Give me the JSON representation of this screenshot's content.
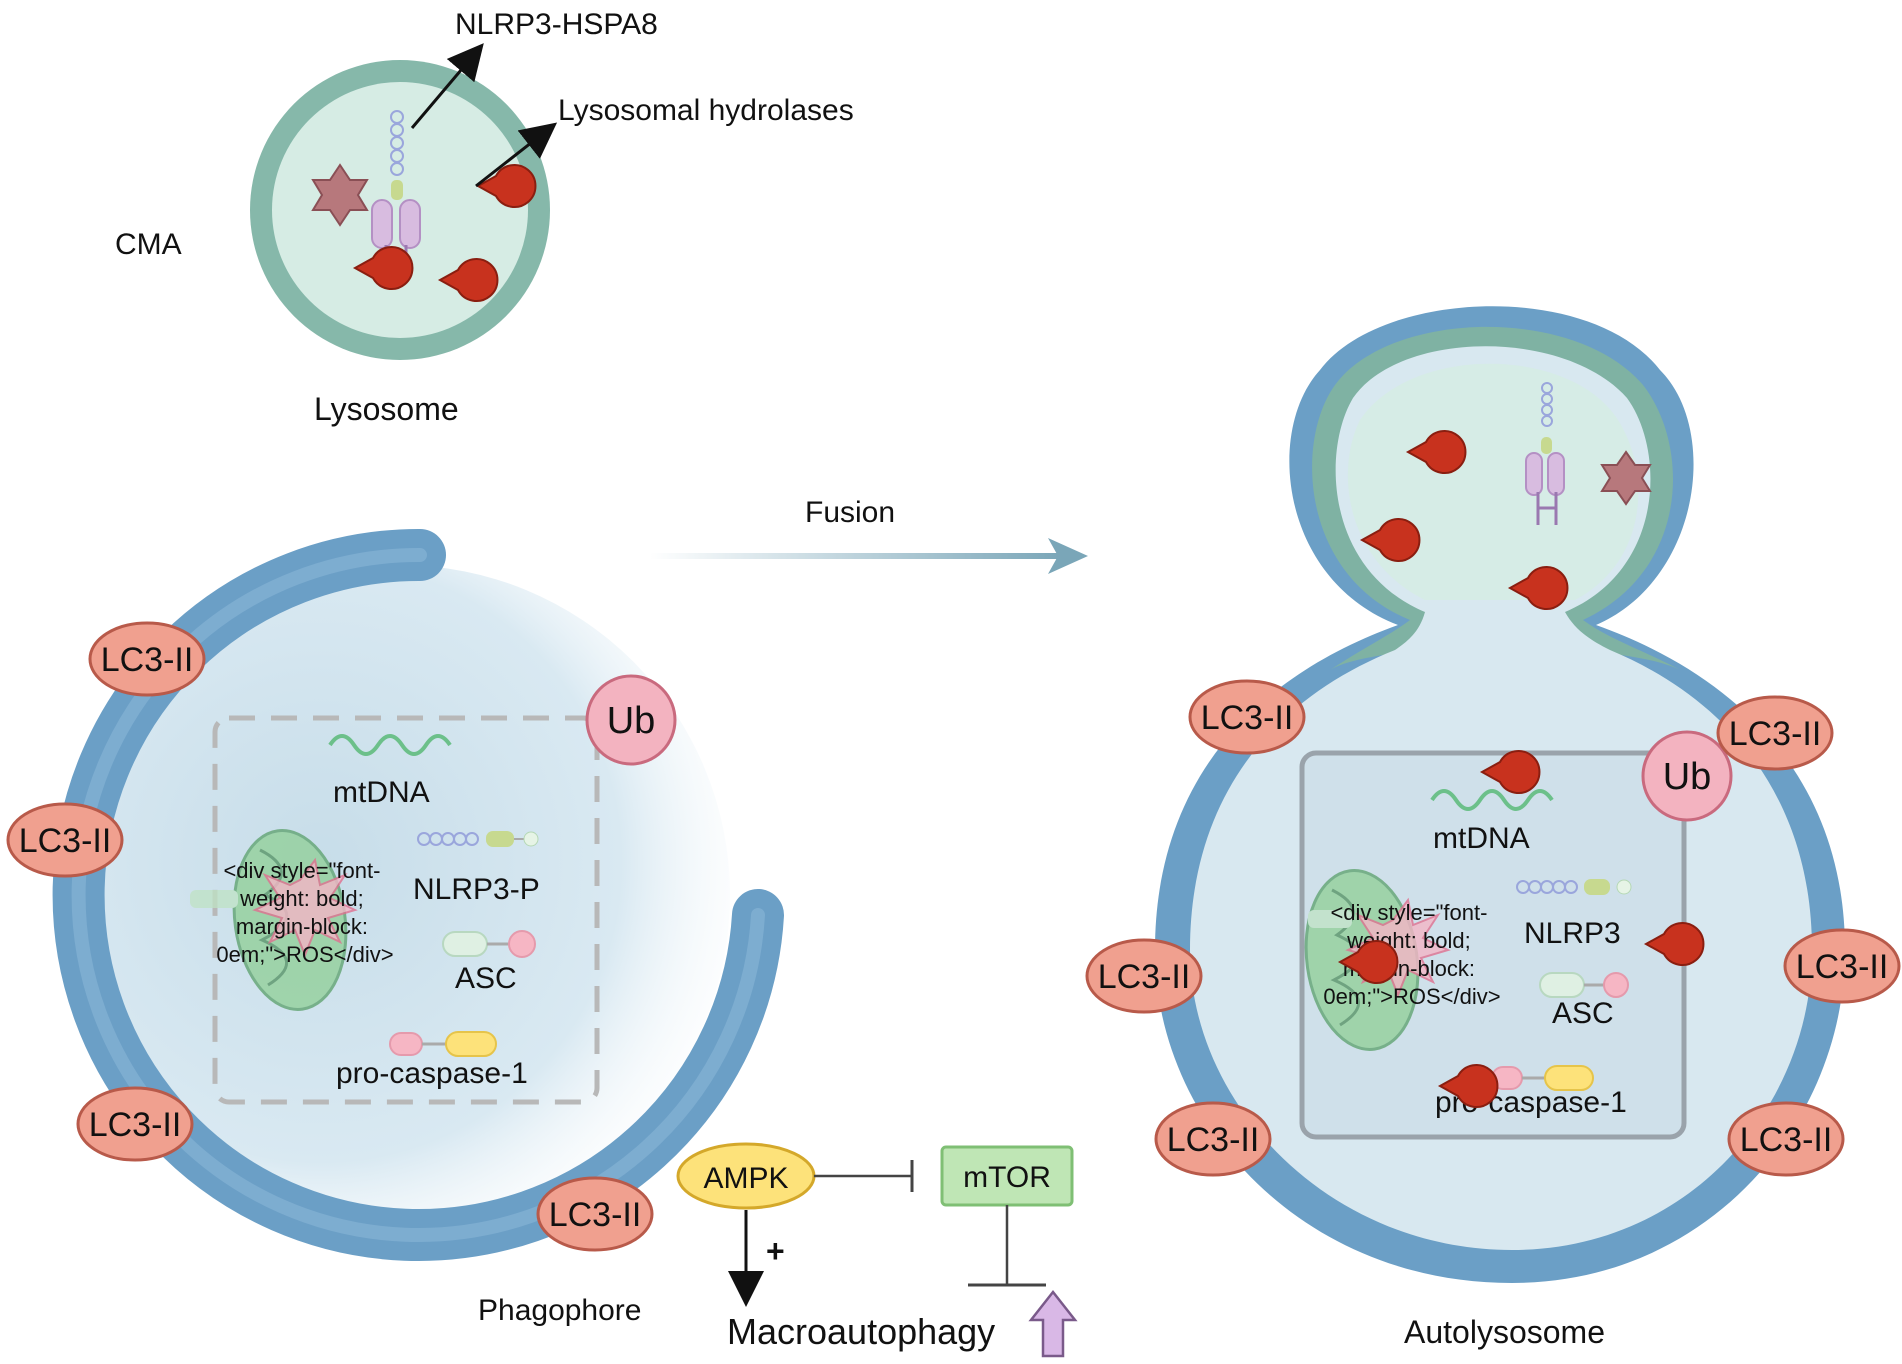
{
  "labels": {
    "nlrp3_hspa8": "NLRP3-HSPA8",
    "lysosomal_hydrolases": "Lysosomal hydrolases",
    "cma": "CMA",
    "lysosome": "Lysosome",
    "fusion": "Fusion",
    "phagophore": "Phagophore",
    "autolysosome": "Autolysosome",
    "macroautophagy": "Macroautophagy",
    "plus": "+"
  },
  "phagophore_content": {
    "ub": "Ub",
    "mtdna": "mtDNA",
    "ros_lines": [
      "<div style=\"font-",
      "weight: bold;",
      "margin-block:",
      "0em;\">ROS</div>"
    ],
    "nlrp3": "NLRP3-P",
    "asc": "ASC",
    "pro_caspase": "pro-caspase-1"
  },
  "autolysosome_content": {
    "ub": "Ub",
    "mtdna": "mtDNA",
    "ros_lines": [
      "<div style=\"font-",
      "weight: bold;",
      "margin-block:",
      "0em;\">ROS</div>"
    ],
    "nlrp3": "NLRP3",
    "asc": "ASC",
    "pro_caspase": "pro-caspase-1"
  },
  "lc3": {
    "p1": "LC3-II",
    "p2": "LC3-II",
    "p3": "LC3-II",
    "p4": "LC3-II",
    "a1": "LC3-II",
    "a2": "LC3-II",
    "a3": "LC3-II",
    "a4": "LC3-II",
    "a5": "LC3-II",
    "a6": "LC3-II"
  },
  "signaling": {
    "ampk": "AMPK",
    "mtor": "mTOR"
  },
  "colors": {
    "lysosome_outer": "#7fb2a3",
    "lysosome_inner": "#d5ebe3",
    "phagophore_membrane": "#6b9fc6",
    "lc3_fill": "#f0a08f",
    "ub_fill": "#f3b3c0",
    "hydrolase": "#c8321e",
    "ampk_fill": "#fde27a",
    "mtor_fill": "#bfe6b5",
    "up_arrow": "#d9b8e6"
  }
}
